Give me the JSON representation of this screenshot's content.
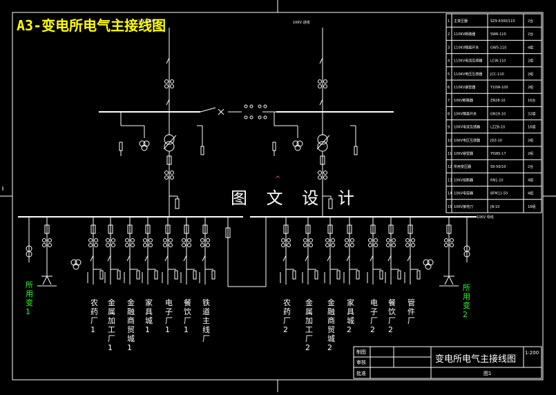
{
  "title": "A3-变电所电气主接线图",
  "watermark": "图 文 设 计",
  "incoming_label": "10KV 进线",
  "bus_label": "10KV 母线",
  "station_transformers": [
    {
      "label": "所用变1",
      "color": "#22ff22"
    },
    {
      "label": "所用变2",
      "color": "#22ff22"
    }
  ],
  "feeders_left": [
    "农药厂1",
    "金属加工厂1",
    "金融商贸城1",
    "家具城1",
    "电子厂1",
    "餐饮厂1",
    "铁道主线厂"
  ],
  "feeders_right": [
    "农药厂2",
    "金属加工厂2",
    "金融商贸城2",
    "家具城2",
    "电子厂2",
    "餐饮厂2",
    "管件厂"
  ],
  "equipment_table": {
    "rows": [
      {
        "no": "1",
        "name": "主变压器",
        "model": "SZ9-6300/110",
        "qty": "2台"
      },
      {
        "no": "2",
        "name": "110KV断路器",
        "model": "SW6-110",
        "qty": "2台"
      },
      {
        "no": "3",
        "name": "110KV隔离开关",
        "model": "GW5-110",
        "qty": "4组"
      },
      {
        "no": "4",
        "name": "110KV电流互感器",
        "model": "LCW-110",
        "qty": "2组"
      },
      {
        "no": "5",
        "name": "110KV电压互感器",
        "model": "JCC-110",
        "qty": "2组"
      },
      {
        "no": "6",
        "name": "110KV避雷器",
        "model": "Y10W-100",
        "qty": "2组"
      },
      {
        "no": "7",
        "name": "10KV断路器",
        "model": "ZN28-10",
        "qty": "16台"
      },
      {
        "no": "8",
        "name": "10KV隔离开关",
        "model": "GN19-10",
        "qty": "32组"
      },
      {
        "no": "9",
        "name": "10KV电流互感器",
        "model": "LZZB-10",
        "qty": "16组"
      },
      {
        "no": "10",
        "name": "10KV电压互感器",
        "model": "JDZ-10",
        "qty": "2组"
      },
      {
        "no": "11",
        "name": "10KV避雷器",
        "model": "Y5WS-17",
        "qty": "2组"
      },
      {
        "no": "12",
        "name": "所用变压器",
        "model": "S9-50/10",
        "qty": "2台"
      },
      {
        "no": "13",
        "name": "10KV熔断器",
        "model": "RN1-10",
        "qty": "4组"
      },
      {
        "no": "14",
        "name": "10KV电容器",
        "model": "BFM11-50",
        "qty": "4组"
      },
      {
        "no": "15",
        "name": "10KV接地刀",
        "model": "JN-10",
        "qty": "16组"
      }
    ]
  },
  "title_block": {
    "drawn_label": "制图",
    "checked_label": "审核",
    "approved_label": "批准",
    "drawing_title": "变电所电气主接线图",
    "scale": "1:200",
    "sheet": "图1"
  }
}
